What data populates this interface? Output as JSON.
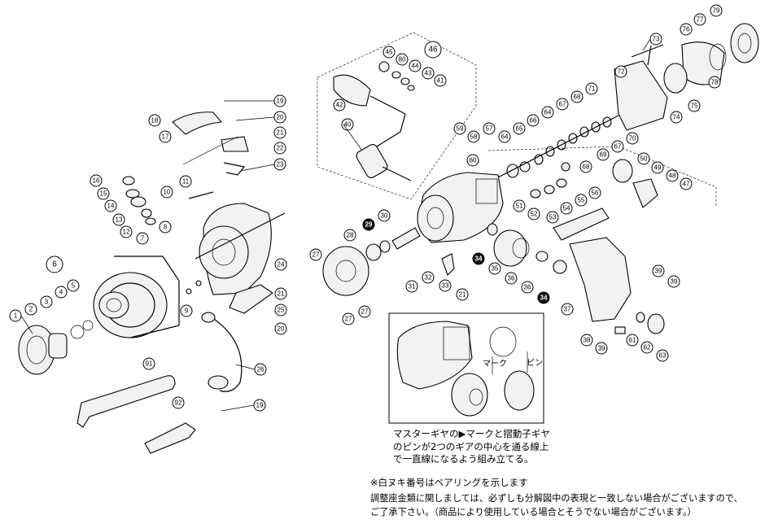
{
  "callouts": {
    "n1": "1",
    "n2": "2",
    "n3": "3",
    "n4": "4",
    "n5": "5",
    "n6": "6",
    "n7": "7",
    "n8": "8",
    "n9": "9",
    "n10": "10",
    "n11": "11",
    "n12": "12",
    "n13": "13",
    "n14": "14",
    "n15": "15",
    "n16": "16",
    "n17": "17",
    "n18": "18",
    "n19": "19",
    "n19b": "19",
    "n20": "20",
    "n20b": "20",
    "n21": "21",
    "n21b": "21",
    "n21c": "21",
    "n22": "22",
    "n23": "23",
    "n24": "24",
    "n25": "25",
    "n26": "26",
    "n27": "27",
    "n27b": "27",
    "n27c": "27",
    "n28": "28",
    "n29": "29",
    "n30": "30",
    "n31": "31",
    "n32": "32",
    "n33": "33",
    "n34": "34",
    "n34b": "34",
    "n35": "35",
    "n36": "36",
    "n36b": "36",
    "n37": "37",
    "n38": "38",
    "n39": "39",
    "n39b": "39",
    "n39c": "39",
    "n40": "40",
    "n41": "41",
    "n42": "42",
    "n43": "43",
    "n44": "44",
    "n45": "45",
    "n46": "46",
    "n47": "47",
    "n48": "48",
    "n49": "49",
    "n50": "50",
    "n51": "51",
    "n52": "52",
    "n53": "53",
    "n54": "54",
    "n55": "55",
    "n56": "56",
    "n57": "57",
    "n58": "58",
    "n59": "59",
    "n60": "60",
    "n61": "61",
    "n62": "62",
    "n63": "63",
    "n64": "64",
    "n65": "65",
    "n66": "66",
    "n67": "67",
    "n67b": "67",
    "n68": "68",
    "n68b": "68",
    "n69": "69",
    "n70": "70",
    "n71": "71",
    "n72": "72",
    "n73": "73",
    "n74": "74",
    "n75": "75",
    "n76": "76",
    "n77": "77",
    "n78": "78",
    "n79": "79",
    "n80": "80",
    "n91": "91",
    "n92": "92"
  },
  "inset": {
    "label_mark": "マーク",
    "label_pin": "ピン",
    "caption_line1": "マスターギヤの▶マークと摺動子ギヤ",
    "caption_line2": "のピンが2つのギアの中心を通る線上",
    "caption_line3": "で一直線になるよう組み立てる。"
  },
  "notes": {
    "bearing": "※白ヌキ番号はベアリングを示します",
    "disclaimer_line1": "調整座金類に関しましては、必ずしも分解図中の表現と一致しない場合がございますので、",
    "disclaimer_line2": "ご了承下さい。（商品により使用している場合とそうでない場合がございます。）"
  }
}
